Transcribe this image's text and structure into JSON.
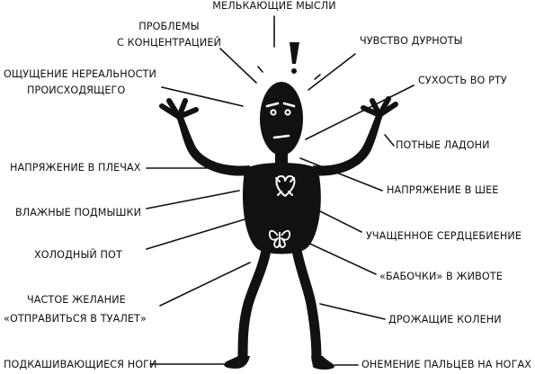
{
  "labels": {
    "flickering_thoughts": "МЕЛЬКАЮЩИЕ МЫСЛИ",
    "concentration_1": "ПРОБЛЕМЫ",
    "concentration_2": "С КОНЦЕНТРАЦИЕЙ",
    "unreality_1": "ОЩУЩЕНИЕ НЕРЕАЛЬНОСТИ",
    "unreality_2": "ПРОИСХОДЯЩЕГО",
    "nausea": "ЧУВСТВО ДУРНОТЫ",
    "dry_mouth": "СУХОСТЬ ВО РТУ",
    "sweaty_palms": "ПОТНЫЕ ЛАДОНИ",
    "shoulder_tension": "НАПРЯЖЕНИЕ В ПЛЕЧАХ",
    "neck_tension": "НАПРЯЖЕНИЕ В ШЕЕ",
    "wet_armpits": "ВЛАЖНЫЕ ПОДМЫШКИ",
    "rapid_heartbeat": "УЧАЩЕННОЕ СЕРДЦЕБИЕНИЕ",
    "cold_sweat": "ХОЛОДНЫЙ ПОТ",
    "butterflies": "«БАБОЧКИ» В ЖИВОТЕ",
    "toilet_1": "ЧАСТОЕ ЖЕЛАНИЕ",
    "toilet_2": "«ОТПРАВИТЬСЯ В ТУАЛЕТ»",
    "trembling_knees": "ДРОЖАЩИЕ КОЛЕНИ",
    "legs_giving_way": "ПОДКАШИВАЮЩИЕСЯ НОГИ",
    "toe_numbness": "ОНЕМЕНИЕ ПАЛЬЦЕВ НА НОГАХ"
  },
  "colors": {
    "ink": "#111111",
    "background": "#ffffff"
  }
}
